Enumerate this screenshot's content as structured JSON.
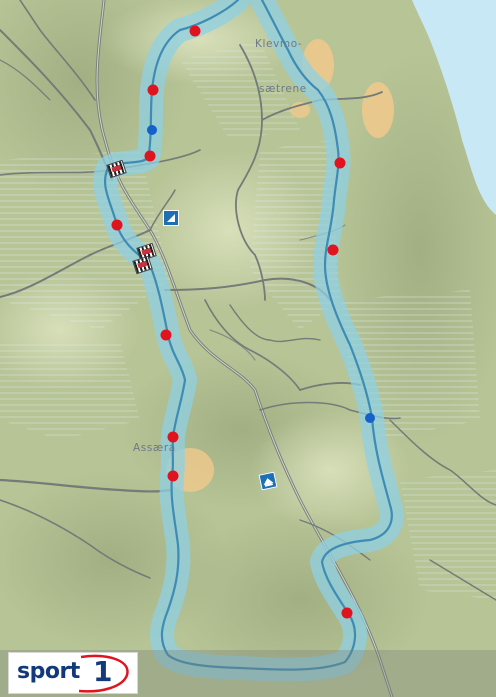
{
  "map": {
    "place_labels": [
      "Klevmo-",
      "sætrene",
      "Assæra"
    ],
    "colors": {
      "land": "#b7c496",
      "water": "#c9e8f5",
      "route_buffer": "#8fd0e4",
      "route_line": "#3e8bb4",
      "road": "#747b78",
      "checkpoint_red": "#e0141e",
      "checkpoint_blue": "#1560c9",
      "highlight_orange": "#f1c98c"
    },
    "markers": {
      "red_checkpoint_count": 10,
      "blue_checkpoint_count": 2,
      "flag_icons": [
        "checkered-flag",
        "checkered-flag",
        "checkered-flag"
      ],
      "poi_icons": [
        "parking-icon",
        "parking-icon"
      ]
    }
  },
  "branding": {
    "logo_word": "sport",
    "logo_number": "1"
  }
}
